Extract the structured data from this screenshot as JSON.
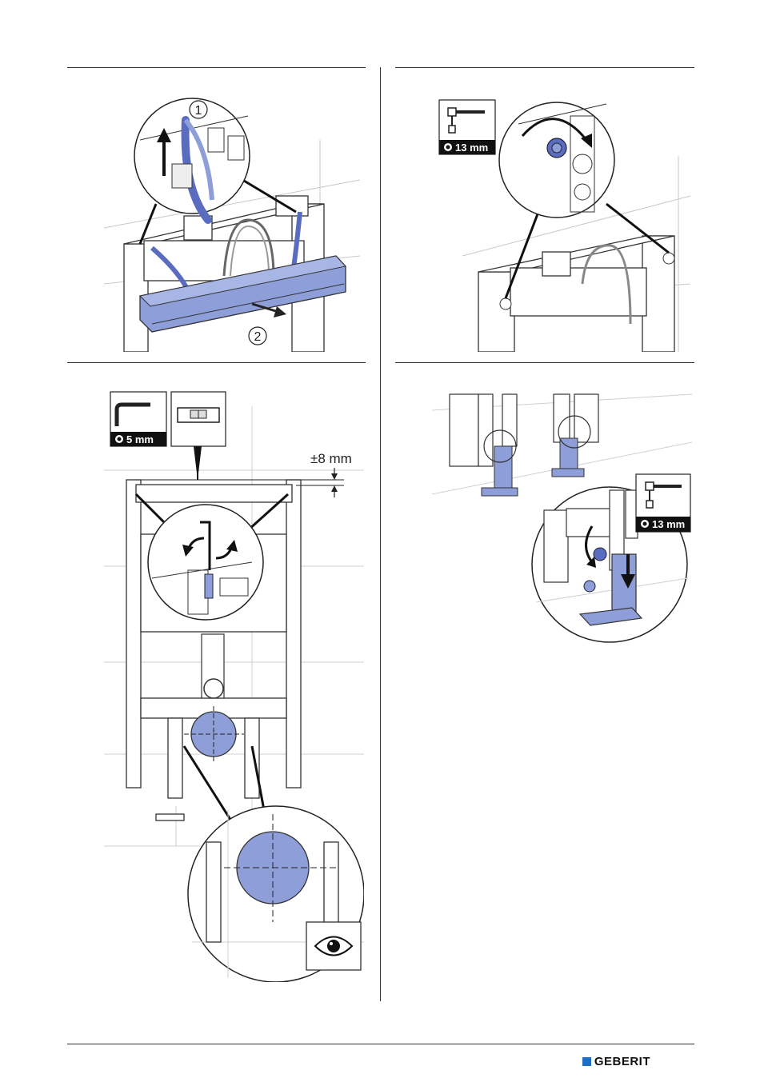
{
  "brand": {
    "logo_text": "GEBERIT",
    "accent_color": "#1e6fc4"
  },
  "part_color": "#8d9ed8",
  "steps": [
    {
      "id": 1,
      "callouts": [
        "1",
        "2"
      ],
      "icons": [
        "lift-arrow-icon",
        "pull-arrow-icon"
      ]
    },
    {
      "id": 2,
      "tool_label": "13 mm",
      "icons": [
        "socket-wrench-icon",
        "rotate-arrow-icon"
      ]
    },
    {
      "id": 3,
      "tool_label": "5 mm",
      "dimension_label": "±8 mm",
      "icons": [
        "hex-key-icon",
        "spirit-level-icon",
        "rotate-arrows-icon",
        "eye-icon"
      ]
    },
    {
      "id": 4,
      "tool_label": "13 mm",
      "icons": [
        "socket-wrench-icon",
        "rotate-arrow-icon",
        "down-arrow-icon"
      ]
    }
  ]
}
